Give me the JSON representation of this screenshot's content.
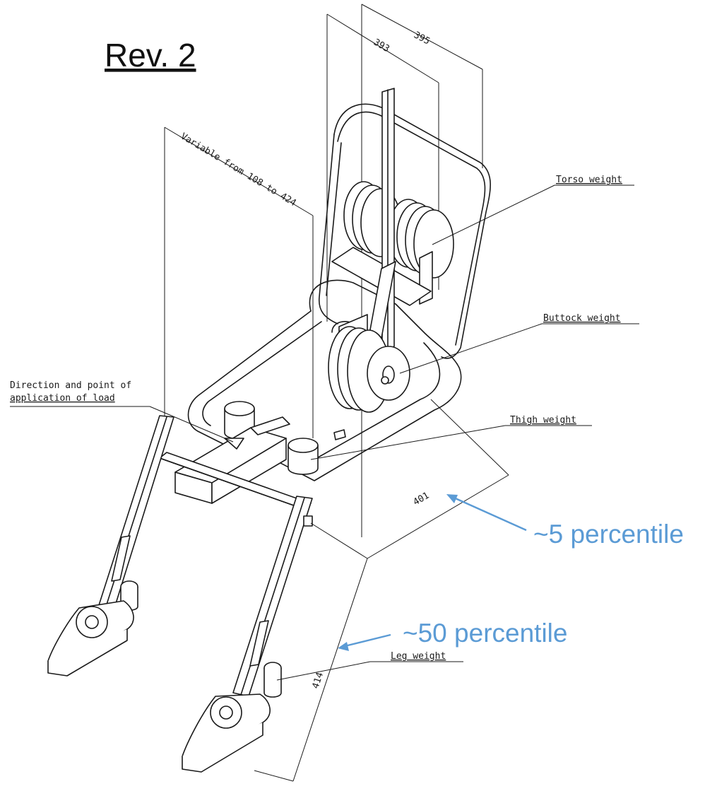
{
  "title": "Rev. 2",
  "labels": {
    "torso": "Torso weight",
    "buttock": "Buttock weight",
    "load_line1": "Direction and point of",
    "load_line2": "application of load",
    "thigh": "Thigh weight",
    "leg": "Leg weight"
  },
  "dimensions": {
    "d395": "395",
    "d393": "393",
    "variable": "Variable from 108 to 424",
    "d401": "401",
    "d414": "414"
  },
  "annotations": {
    "p5": "~5 percentile",
    "p50": "~50 percentile"
  },
  "colors": {
    "annotation": "#5B9BD5",
    "line": "#1a1a1a"
  }
}
